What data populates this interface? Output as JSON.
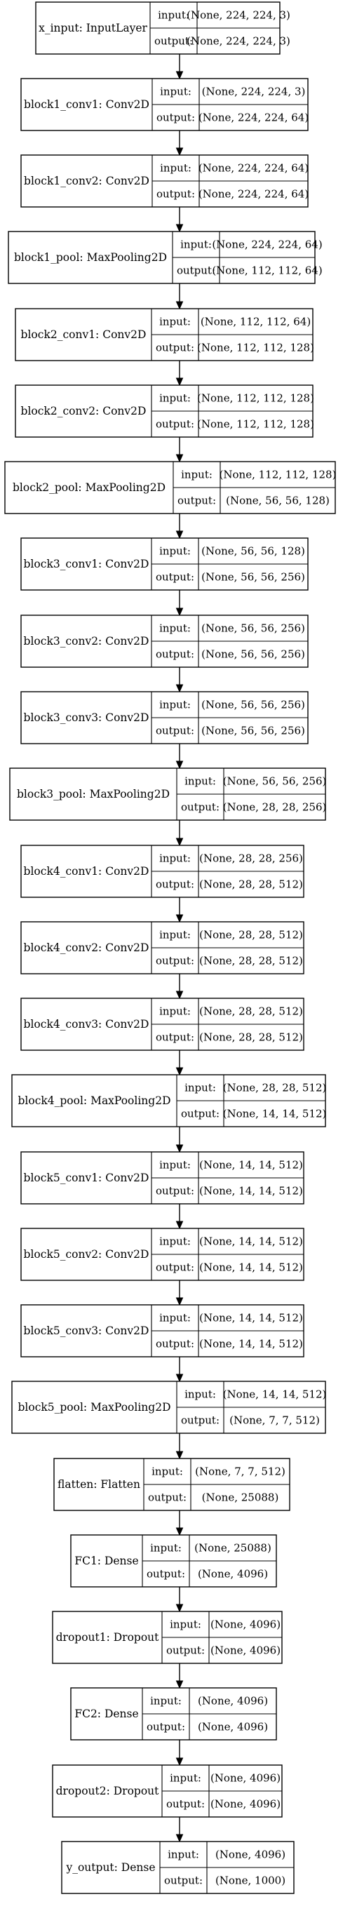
{
  "layers": [
    {
      "name": "x_input: InputLayer",
      "input": "(None, 224, 224, 3)",
      "output": "(None, 224, 224, 3)"
    },
    {
      "name": "block1_conv1: Conv2D",
      "input": "(None, 224, 224, 3)",
      "output": "(None, 224, 224, 64)"
    },
    {
      "name": "block1_conv2: Conv2D",
      "input": "(None, 224, 224, 64)",
      "output": "(None, 224, 224, 64)"
    },
    {
      "name": "block1_pool: MaxPooling2D",
      "input": "(None, 224, 224, 64)",
      "output": "(None, 112, 112, 64)"
    },
    {
      "name": "block2_conv1: Conv2D",
      "input": "(None, 112, 112, 64)",
      "output": "(None, 112, 112, 128)"
    },
    {
      "name": "block2_conv2: Conv2D",
      "input": "(None, 112, 112, 128)",
      "output": "(None, 112, 112, 128)"
    },
    {
      "name": "block2_pool: MaxPooling2D",
      "input": "(None, 112, 112, 128)",
      "output": "(None, 56, 56, 128)"
    },
    {
      "name": "block3_conv1: Conv2D",
      "input": "(None, 56, 56, 128)",
      "output": "(None, 56, 56, 256)"
    },
    {
      "name": "block3_conv2: Conv2D",
      "input": "(None, 56, 56, 256)",
      "output": "(None, 56, 56, 256)"
    },
    {
      "name": "block3_conv3: Conv2D",
      "input": "(None, 56, 56, 256)",
      "output": "(None, 56, 56, 256)"
    },
    {
      "name": "block3_pool: MaxPooling2D",
      "input": "(None, 56, 56, 256)",
      "output": "(None, 28, 28, 256)"
    },
    {
      "name": "block4_conv1: Conv2D",
      "input": "(None, 28, 28, 256)",
      "output": "(None, 28, 28, 512)"
    },
    {
      "name": "block4_conv2: Conv2D",
      "input": "(None, 28, 28, 512)",
      "output": "(None, 28, 28, 512)"
    },
    {
      "name": "block4_conv3: Conv2D",
      "input": "(None, 28, 28, 512)",
      "output": "(None, 28, 28, 512)"
    },
    {
      "name": "block4_pool: MaxPooling2D",
      "input": "(None, 28, 28, 512)",
      "output": "(None, 14, 14, 512)"
    },
    {
      "name": "block5_conv1: Conv2D",
      "input": "(None, 14, 14, 512)",
      "output": "(None, 14, 14, 512)"
    },
    {
      "name": "block5_conv2: Conv2D",
      "input": "(None, 14, 14, 512)",
      "output": "(None, 14, 14, 512)"
    },
    {
      "name": "block5_conv3: Conv2D",
      "input": "(None, 14, 14, 512)",
      "output": "(None, 14, 14, 512)"
    },
    {
      "name": "block5_pool: MaxPooling2D",
      "input": "(None, 14, 14, 512)",
      "output": "(None, 7, 7, 512)"
    },
    {
      "name": "flatten: Flatten",
      "input": "(None, 7, 7, 512)",
      "output": "(None, 25088)"
    },
    {
      "name": "FC1: Dense",
      "input": "(None, 25088)",
      "output": "(None, 4096)"
    },
    {
      "name": "dropout1: Dropout",
      "input": "(None, 4096)",
      "output": "(None, 4096)"
    },
    {
      "name": "FC2: Dense",
      "input": "(None, 4096)",
      "output": "(None, 4096)"
    },
    {
      "name": "dropout2: Dropout",
      "input": "(None, 4096)",
      "output": "(None, 4096)"
    },
    {
      "name": "y_output: Dense",
      "input": "(None, 4096)",
      "output": "(None, 1000)"
    }
  ],
  "labels": {
    "input": "input:",
    "output": "output:"
  }
}
